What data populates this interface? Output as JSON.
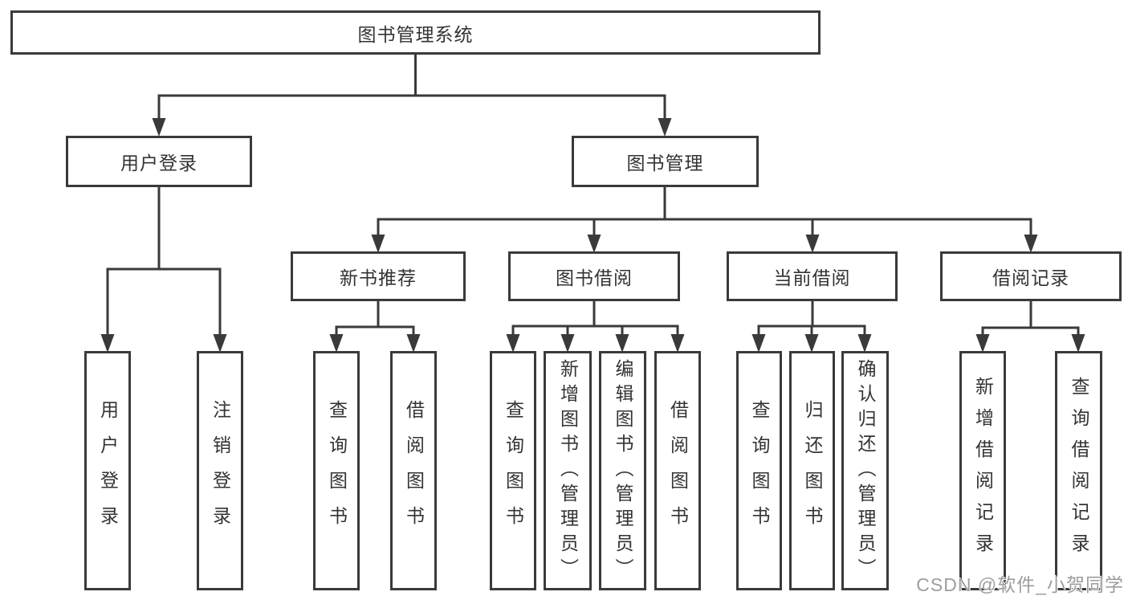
{
  "diagram": {
    "root": {
      "label": "图书管理系统",
      "children": [
        {
          "label": "用户登录",
          "children": [
            {
              "label": "用户登录"
            },
            {
              "label": "注销登录"
            }
          ]
        },
        {
          "label": "图书管理",
          "children": [
            {
              "label": "新书推荐",
              "children": [
                {
                  "label": "查询图书"
                },
                {
                  "label": "借阅图书"
                }
              ]
            },
            {
              "label": "图书借阅",
              "children": [
                {
                  "label": "查询图书"
                },
                {
                  "label": "新增图书（管理员）"
                },
                {
                  "label": "编辑图书（管理员）"
                },
                {
                  "label": "借阅图书"
                }
              ]
            },
            {
              "label": "当前借阅",
              "children": [
                {
                  "label": "查询图书"
                },
                {
                  "label": "归还图书"
                },
                {
                  "label": "确认归还（管理员）"
                }
              ]
            },
            {
              "label": "借阅记录",
              "children": [
                {
                  "label": "新增借阅记录"
                },
                {
                  "label": "查询借阅记录"
                }
              ]
            }
          ]
        }
      ]
    }
  },
  "watermark": {
    "text": "CSDN @软件_小贺同学"
  },
  "colors": {
    "line": "#3a3a3a",
    "box_border": "#3a3a3a",
    "text": "#333333",
    "background": "#ffffff",
    "watermark": "#9d9d9d"
  }
}
